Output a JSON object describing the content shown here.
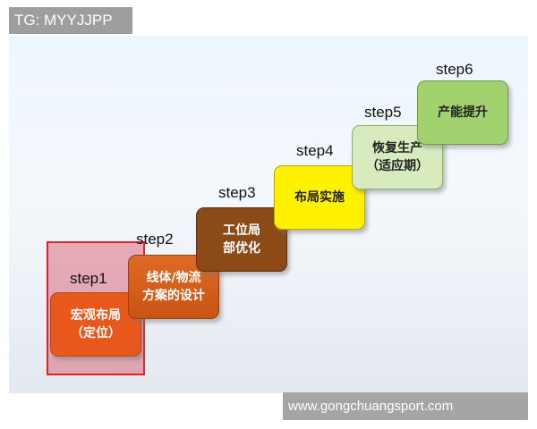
{
  "header": {
    "tag": "TG: MYYJJPP"
  },
  "steps": [
    {
      "label": "step1",
      "text": "宏观布局\n（定位）"
    },
    {
      "label": "step2",
      "text": "线体/物流\n方案的设计"
    },
    {
      "label": "step3",
      "text": "工位局\n部优化"
    },
    {
      "label": "step4",
      "text": "布局实施"
    },
    {
      "label": "step5",
      "text": "恢复生产\n（适应期）"
    },
    {
      "label": "step6",
      "text": "产能提升"
    }
  ],
  "colors": {
    "highlight_border": "#e0202a",
    "step1": "#e8581c",
    "step2": "#d55e1b",
    "step3": "#8b4a16",
    "step4": "#fff200",
    "step5": "#d7ebbf",
    "step6": "#a2d170"
  },
  "footer": {
    "watermark": "www.gongchuangsport.com"
  }
}
